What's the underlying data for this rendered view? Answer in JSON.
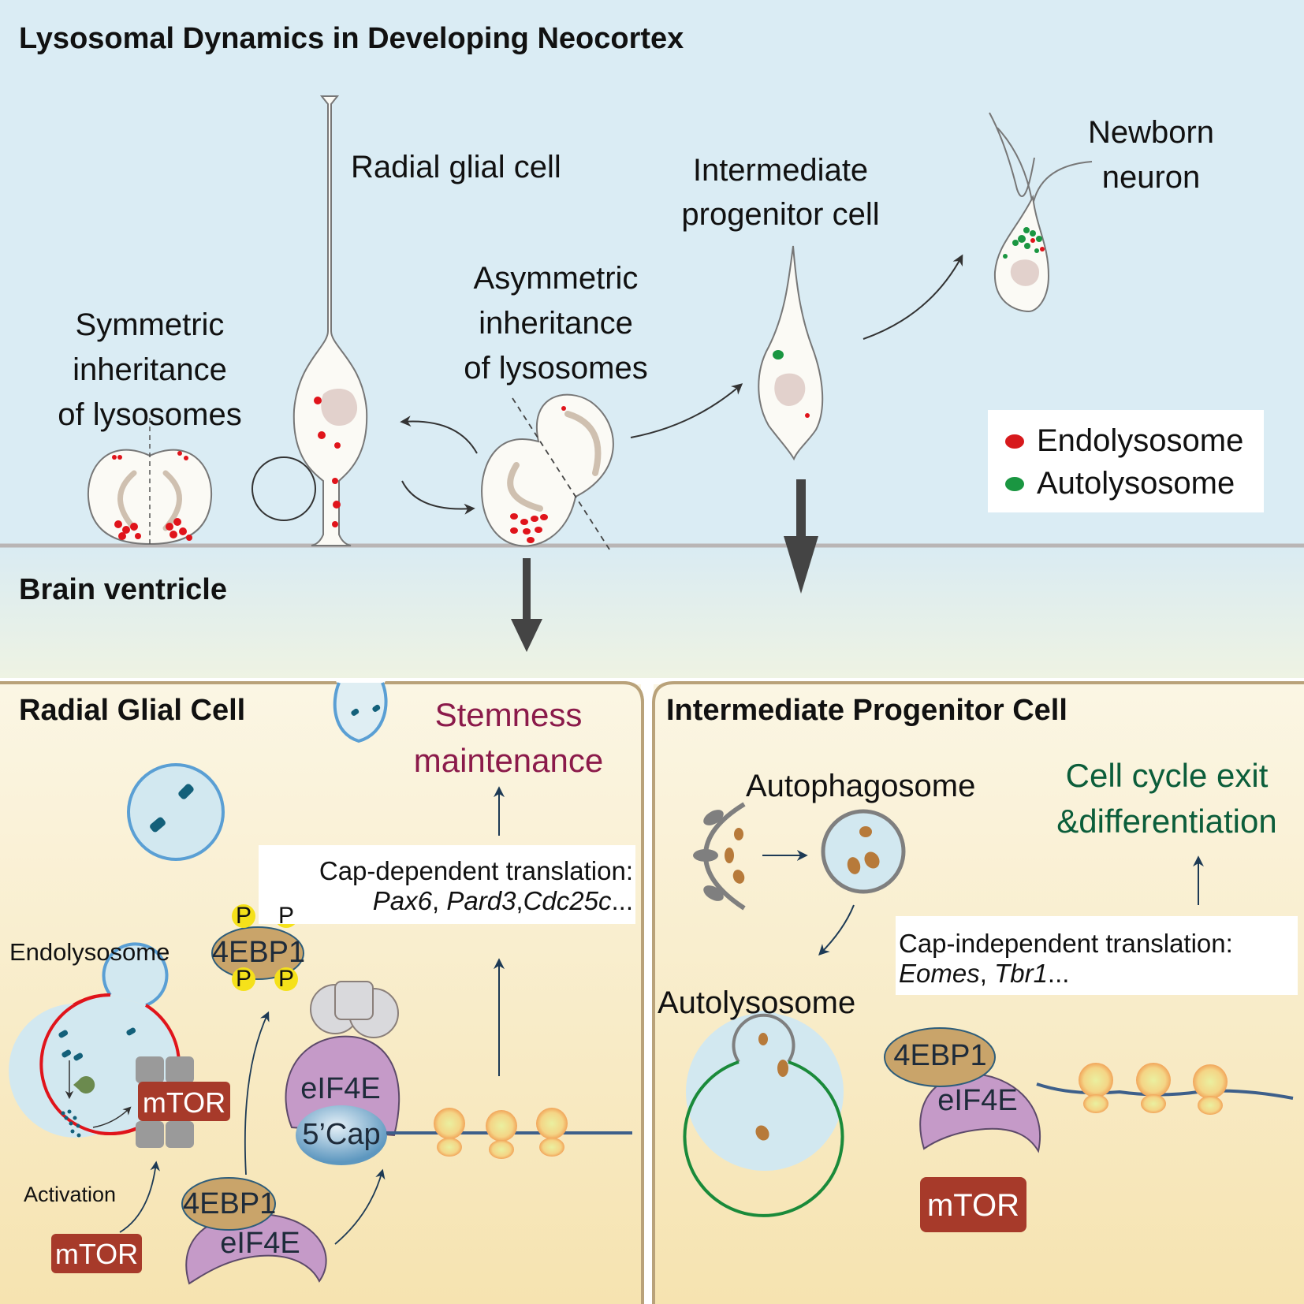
{
  "title": "Lysosomal Dynamics in Developing Neocortex",
  "top": {
    "radial_glial_cell": "Radial glial cell",
    "intermediate_progenitor": [
      "Intermediate",
      "progenitor cell"
    ],
    "newborn_neuron": [
      "Newborn",
      "neuron"
    ],
    "symmetric": [
      "Symmetric",
      "inheritance",
      "of lysosomes"
    ],
    "asymmetric": [
      "Asymmetric",
      "inheritance",
      "of lysosomes"
    ],
    "brain_ventricle": "Brain ventricle",
    "legend": [
      {
        "label": "Endolysosome",
        "color": "#d7191c"
      },
      {
        "label": "Autolysosome",
        "color": "#1a9641"
      }
    ]
  },
  "left_panel": {
    "title": "Radial Glial Cell",
    "outcome": [
      "Stemness",
      "maintenance"
    ],
    "outcome_color": "#8b1a4a",
    "translation_box": {
      "line1": "Cap-dependent translation:",
      "genes": [
        "Pax6",
        "Pard3",
        "Cdc25c"
      ],
      "ellipsis": "..."
    },
    "endolysosome_label": "Endolysosome",
    "activation_label": "Activation",
    "mtor": "mTOR",
    "mtor_free": "mTOR",
    "p_label": "P",
    "ebp1_phos": "4EBP1",
    "ebp1_bound": "4EBP1",
    "eif4e_cap": "eIF4E",
    "eif4e_bound": "eIF4E",
    "cap": "5’Cap"
  },
  "right_panel": {
    "title": "Intermediate Progenitor Cell",
    "outcome": [
      "Cell cycle exit",
      "&differentiation"
    ],
    "outcome_color": "#0b5d3a",
    "autophagosome_label": "Autophagosome",
    "autolysosome_label": "Autolysosome",
    "translation_box": {
      "line1": "Cap-independent translation:",
      "genes": [
        "Eomes",
        "Tbr1"
      ],
      "ellipsis": "..."
    },
    "ebp1": "4EBP1",
    "eif4e": "eIF4E",
    "mtor": "mTOR"
  }
}
